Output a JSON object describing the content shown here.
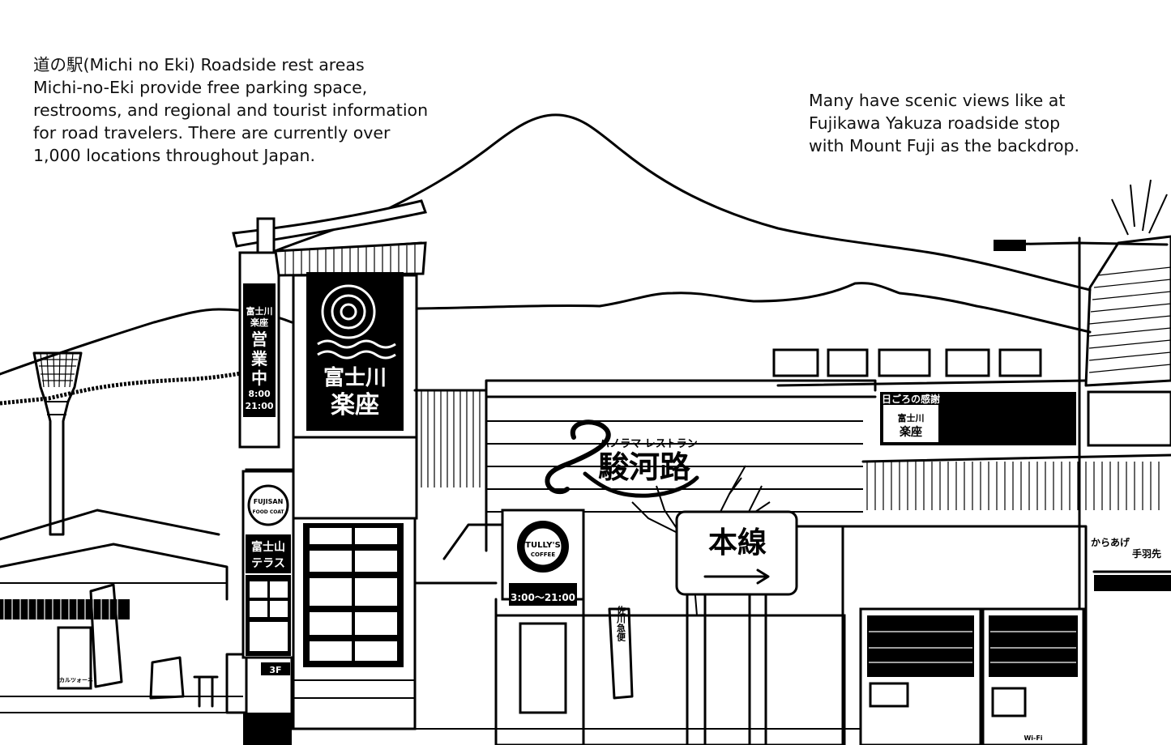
{
  "caption_left": {
    "line1": "道の駅(Michi no Eki) Roadside rest areas",
    "line2": "Michi-no-Eki provide free parking space,",
    "line3": "restrooms, and regional and tourist information",
    "line4": "for road travelers. There are currently over",
    "line5": "1,000 locations throughout Japan."
  },
  "caption_right": {
    "line1": "Many have scenic views like at",
    "line2": "Fujikawa Yakuza roadside stop",
    "line3": "with Mount Fuji as the backdrop."
  },
  "signs": {
    "tower_small": "富士川",
    "tower_small2": "楽座",
    "open": [
      "営",
      "業",
      "中"
    ],
    "open_from": "8:00",
    "open_to": "21:00",
    "main_sign_line1": "富士川",
    "main_sign_line2": "楽座",
    "fujisan_top": "FUJISAN",
    "fujisan_bottom": "FOOD COAT",
    "terrace_1": "富士山",
    "terrace_2": "テラス",
    "floor": "3F",
    "restaurant_small": "パノラマ レストラン",
    "restaurant_name": "駿河路",
    "tullys_1": "TULLY'S",
    "tullys_2": "COFFEE",
    "tullys_hours": "3:00〜21:00",
    "honsen": "本線",
    "banner_left": "日ごろの感謝",
    "banner_brand_1": "富士川",
    "banner_brand_2": "楽座",
    "karaage_1": "からあげ",
    "karaage_2": "手羽先",
    "vending_wifi": "Wi-Fi",
    "shop_left": "カルツォーネ",
    "flag_text": "佐川急便"
  }
}
